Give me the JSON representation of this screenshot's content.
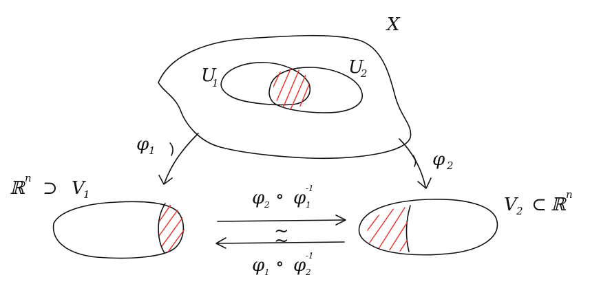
{
  "colors": {
    "ink": "#111111",
    "hatch": "#e53935"
  },
  "labels": {
    "space": "X",
    "open_set_1": "U",
    "open_set_1_sub": "1",
    "open_set_2": "U",
    "open_set_2_sub": "2",
    "chart_map_1": "φ",
    "chart_map_1_sub": "1",
    "chart_map_2": "φ",
    "chart_map_2_sub": "2",
    "left_space": "ℝ",
    "left_space_sup": "n",
    "left_relation": "⊃",
    "left_image": "V",
    "left_image_sub": "1",
    "right_image": "V",
    "right_image_sub": "2",
    "right_relation": "⊂",
    "right_space": "ℝ",
    "right_space_sup": "n",
    "transition_top": "φ",
    "transition_top_sub_a": "2",
    "transition_top_compose": "∘",
    "transition_top_inner": "φ",
    "transition_top_sub_b": "1",
    "transition_top_sup": "-1",
    "transition_bottom": "φ",
    "transition_bottom_sub_a": "1",
    "transition_bottom_compose": "∘",
    "transition_bottom_inner": "φ",
    "transition_bottom_sub_b": "2",
    "transition_bottom_sup": "-1",
    "homeo_symbol": "~"
  }
}
